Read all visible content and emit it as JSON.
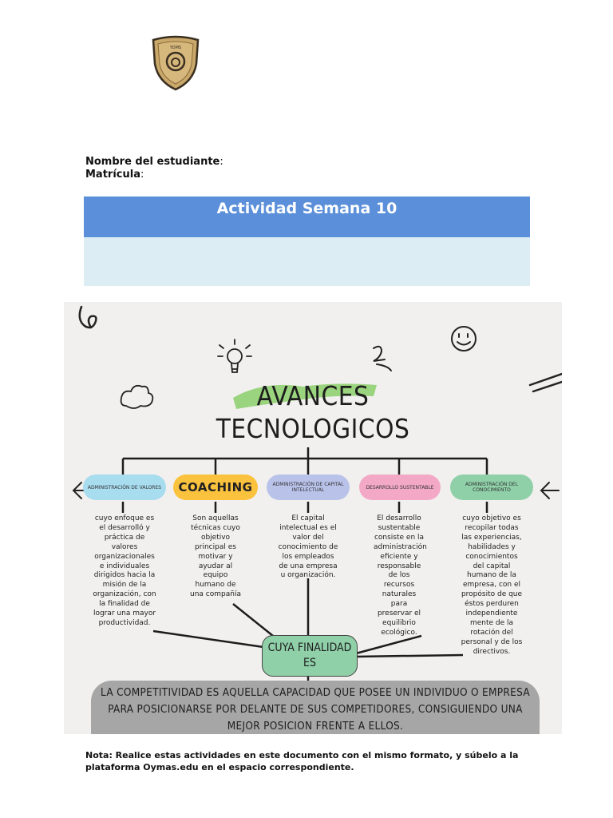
{
  "header": {
    "logo_icon": "shield-crest-icon",
    "logo_text": "YOMS",
    "student_label": "Nombre del estudiante",
    "student_colon": ":",
    "matricula_label": "Matrícula",
    "matricula_colon": ":"
  },
  "banner": {
    "title": "Actividad Semana 10",
    "title_color": "#5b8fd9",
    "subtitle_color": "#dcedf3"
  },
  "poster": {
    "title_line1": "AVANCES",
    "title_line2": "TECNOLOGICOS",
    "categories": [
      {
        "label": "Administración de valores",
        "color": "#a8dcef",
        "description": "cuyo enfoque es el desarrolló y práctica de valores organizacionales e individuales dirigidos hacia la misión de la organización, con la finalidad de lograr una mayor productividad."
      },
      {
        "label": "COACHING",
        "color": "#fbc23d",
        "description": "Son aquellas técnicas cuyo objetivo principal es motivar y ayudar al equipo humano de una compañía"
      },
      {
        "label": "Administración de capital intelectual",
        "color": "#b9c3ea",
        "description": "El capital intelectual es el valor del conocimiento de los empleados de una empresa u organización."
      },
      {
        "label": "Desarrollo sustentable",
        "color": "#f3a9c6",
        "description": "El desarrollo sustentable consiste en la administración eficiente y responsable de los recursos naturales para preservar el equilibrio ecológico."
      },
      {
        "label": "Administración del conocimiento",
        "color": "#8fd0a8",
        "description": "cuyo objetivo es recopilar todas las experiencias, habilidades y conocimientos del capital humano de la empresa, con el propósito de que éstos perduren independiente mente de la rotación del personal y de los directivos."
      }
    ],
    "final_label": "CUYA FINALIDAD ES",
    "conclusion": "LA COMPETITIVIDAD ES AQUELLA CAPACIDAD QUE POSEE UN INDIVIDUO O EMPRESA PARA POSICIONARSE POR DELANTE DE SUS COMPETIDORES, CONSIGUIENDO UNA MEJOR POSICION FRENTE A ELLOS.",
    "doodles": [
      "lightbulb-icon",
      "cloud-icon",
      "smiley-icon",
      "squiggle-icon",
      "arrow-icon"
    ]
  },
  "footer": {
    "note": "Nota: Realice estas actividades en este documento con el mismo formato, y súbelo a la plataforma Oymas.edu en el espacio correspondiente."
  }
}
